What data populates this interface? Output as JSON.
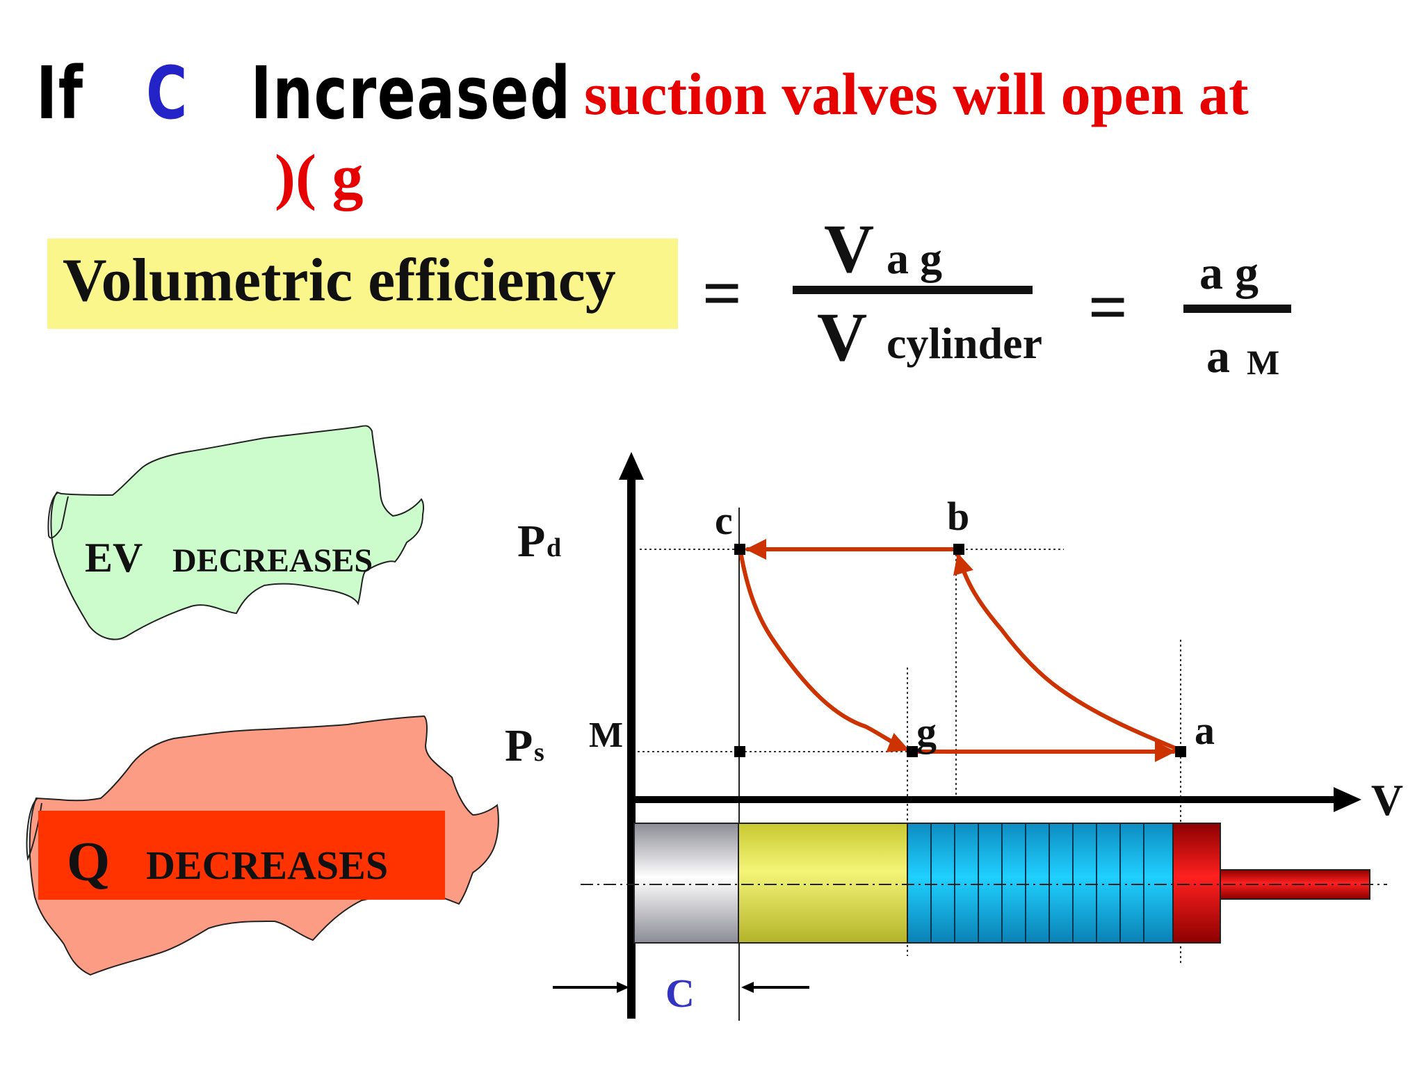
{
  "heading": {
    "word_if": "If",
    "var_c": "C",
    "word_increased": "Increased",
    "right_text": "suction valves will open  at",
    "continuation": ")( g"
  },
  "formula": {
    "label": "Volumetric efficiency",
    "equals": "=",
    "frac1_num_main": "V",
    "frac1_num_sub": "a g",
    "frac1_den_main": "V",
    "frac1_den_sub": "cylinder",
    "frac2_num": "a g",
    "frac2_den_main": "a",
    "frac2_den_sub": "M"
  },
  "blobs": {
    "ev": {
      "main": "EV",
      "rest": "DECREASES"
    },
    "q": {
      "main": "Q",
      "rest": "DECREASES"
    }
  },
  "diagram": {
    "axis_v": "V",
    "pd_main": "P",
    "pd_sub": "d",
    "ps_main": "P",
    "ps_sub": "s",
    "pt_m": "M",
    "pt_c": "c",
    "pt_b": "b",
    "pt_g": "g",
    "pt_a": "a",
    "clearance": "C"
  },
  "colors": {
    "heading_red": "#e60000",
    "var_blue": "#2323c8",
    "highlight_yellow": "#faf68c",
    "blob_green": "#ccfccc",
    "blob_salmon": "#fc9c84",
    "q_box_red": "#ff3300",
    "cycle_orange": "#cc3300",
    "cylinder_gray": "#c8c8d0",
    "cylinder_yellow": "#e6e650",
    "cylinder_cyan": "#17aee0",
    "piston_red": "#cc0000"
  }
}
